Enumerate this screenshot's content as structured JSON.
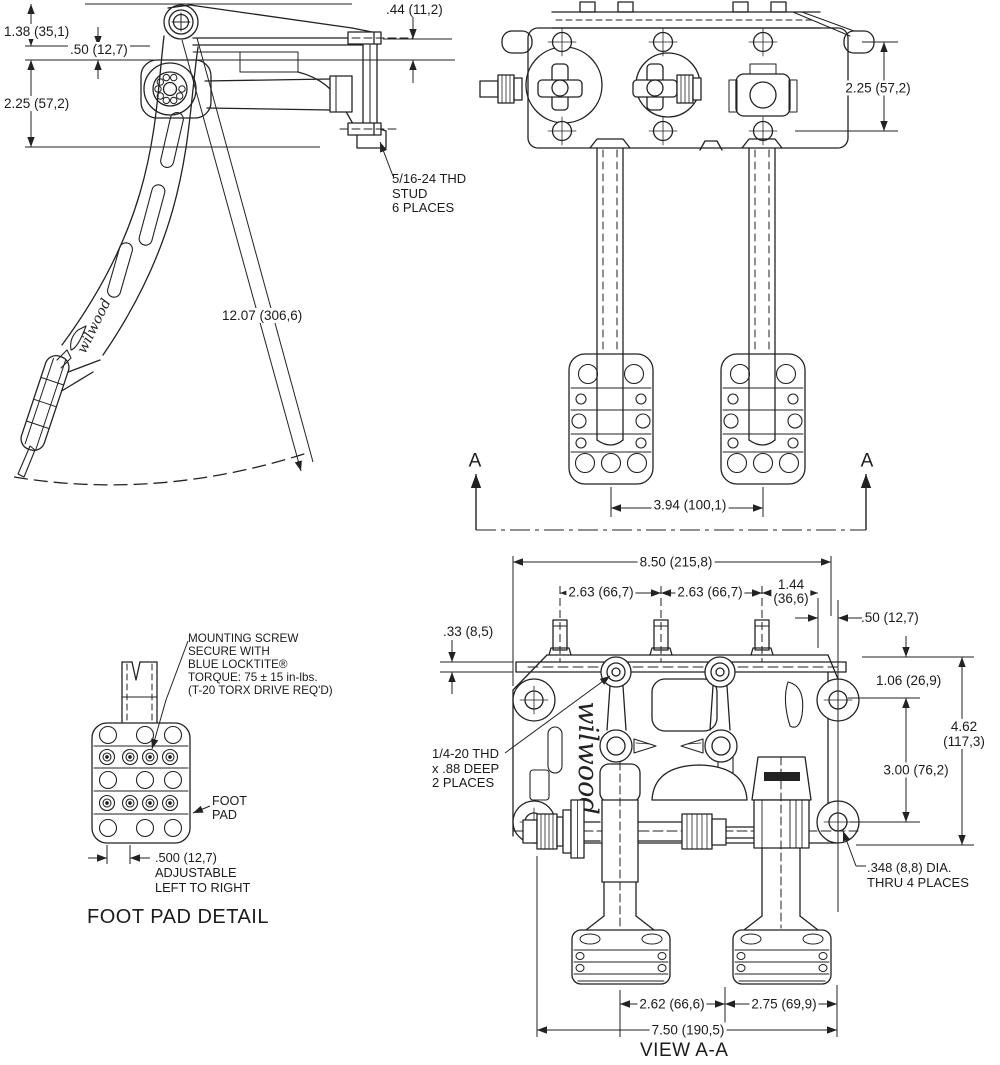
{
  "side_view": {
    "dim_pivot_height": "1.38 (35,1)",
    "dim_pushrod_offset": ".50 (12,7)",
    "dim_mount_height": "2.25 (57,2)",
    "dim_stud_offset": ".44 (11,2)",
    "dim_pedal_length": "12.07 (306,6)",
    "note_stud": "5/16-24 THD\nSTUD\n6 PLACES",
    "logo": "wilwood"
  },
  "front_view": {
    "dim_height": "2.25 (57,2)",
    "dim_pad_spacing": "3.94 (100,1)",
    "section_letter": "A"
  },
  "foot_pad_detail": {
    "title": "FOOT PAD DETAIL",
    "note_mounting_screw": "MOUNTING SCREW\nSECURE WITH\nBLUE LOCKTITE®\nTORQUE: 75 ± 15 in-lbs.\n(T-20 TORX DRIVE REQ'D)",
    "label_foot_pad": "FOOT\nPAD",
    "dim_adjust": ".500 (12,7)\nADJUSTABLE\nLEFT TO RIGHT"
  },
  "view_aa": {
    "title": "VIEW A-A",
    "dim_overall_width": "8.50 (215,8)",
    "dim_stud_spacing_left": "2.63 (66,7)",
    "dim_stud_spacing_right": "2.63 (66,7)",
    "dim_stud_to_edge": "1.44\n(36,6)",
    "dim_edge_offset": ".50 (12,7)",
    "dim_flange_lip": ".33 (8,5)",
    "dim_top_hole": "1.06 (26,9)",
    "dim_hole_spacing": "3.00 (76,2)",
    "dim_overall_height": "4.62 (117,3)",
    "note_thread": "1/4-20 THD\nx .88 DEEP\n2 PLACES",
    "note_hole_dia": ".348 (8,8) DIA.\nTHRU 4 PLACES",
    "dim_pad_left": "2.62 (66,6)",
    "dim_pad_right": "2.75 (69,9)",
    "dim_mount_width": "7.50 (190,5)",
    "logo": "wilwood"
  }
}
